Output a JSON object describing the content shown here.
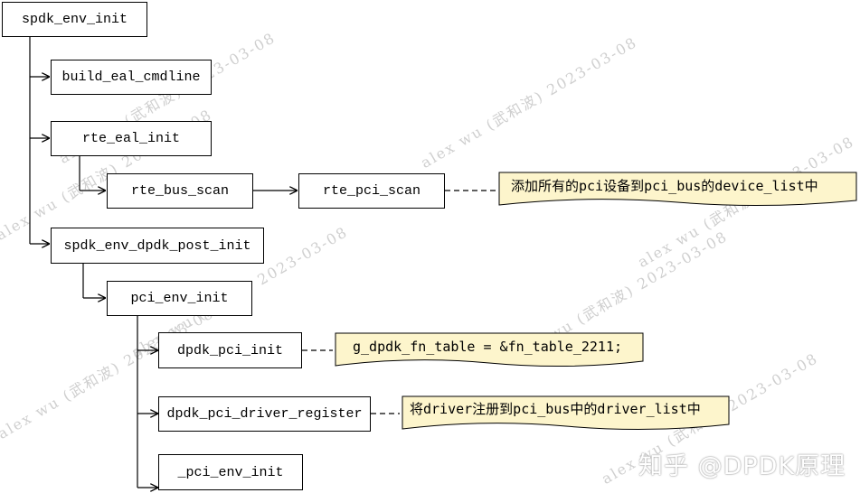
{
  "functions": {
    "spdk_env_init": "spdk_env_init",
    "build_eal_cmdline": "build_eal_cmdline",
    "rte_eal_init": "rte_eal_init",
    "rte_bus_scan": "rte_bus_scan",
    "rte_pci_scan": "rte_pci_scan",
    "spdk_env_dpdk_post_init": "spdk_env_dpdk_post_init",
    "pci_env_init": "pci_env_init",
    "dpdk_pci_init": "dpdk_pci_init",
    "dpdk_pci_driver_register": "dpdk_pci_driver_register",
    "_pci_env_init": "_pci_env_init"
  },
  "notes": {
    "rte_pci_scan": "添加所有的pci设备到pci_bus的device_list中",
    "dpdk_pci_init": "g_dpdk_fn_table = &fn_table_2211;",
    "dpdk_pci_driver_register": "将driver注册到pci_bus中的driver_list中"
  },
  "watermark": {
    "text": "alex wu (武和波) 2023-03-08",
    "brand": "知乎 @DPDK原理"
  },
  "colors": {
    "note_fill": "#fdf5cc",
    "watermark": "#cfcfcf"
  }
}
